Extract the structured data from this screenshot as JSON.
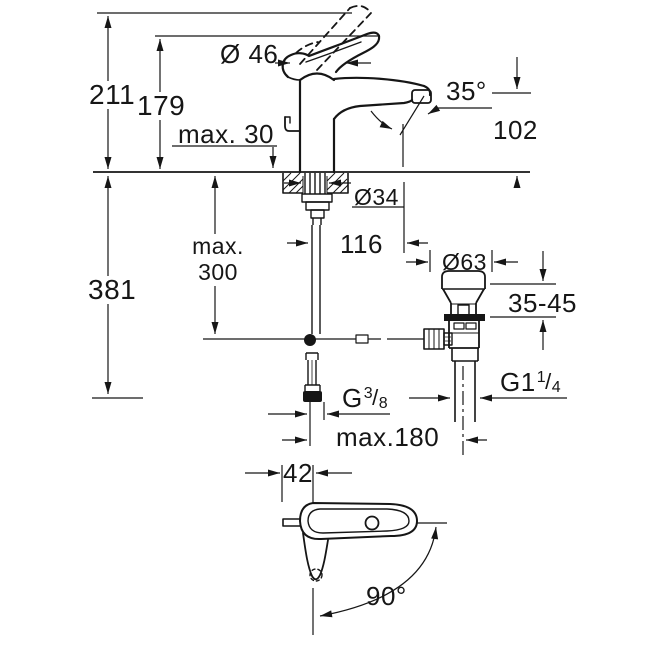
{
  "drawing": {
    "type": "faucet-installation-dimension-drawing",
    "background_color": "#ffffff",
    "line_color": "#161616",
    "text_color": "#161616",
    "frac_sep": "/",
    "dims": {
      "overall_height": "211",
      "body_height": "179",
      "handle_diameter": "Ø 46",
      "deck_thickness_max": "max. 30",
      "spout_angle": "35°",
      "spout_height": "102",
      "hole_diameter": "Ø34",
      "spout_projection": "116",
      "hose_max_line1": "max.",
      "hose_max_line2": "300",
      "under_counter_depth": "381",
      "waste_flange_diameter": "Ø63",
      "clamping_range": "35-45",
      "supply_thread_base": "G",
      "supply_thread_num": "3",
      "supply_thread_den": "8",
      "waste_thread_base": "G1",
      "waste_thread_num": "1",
      "waste_thread_den": "4",
      "rod_reach_max": "max.180",
      "handle_offset": "42",
      "handle_swivel_angle": "90°"
    }
  }
}
